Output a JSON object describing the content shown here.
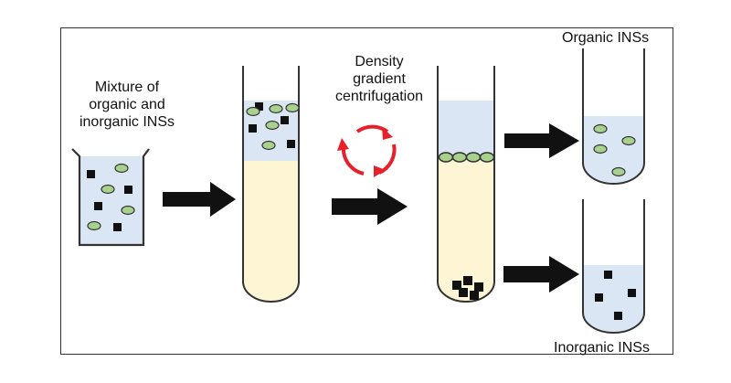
{
  "labels": {
    "mixture_line1": "Mixture of",
    "mixture_line2": "organic and",
    "mixture_line3": "inorganic INSs",
    "step_line1": "Density",
    "step_line2": "gradient",
    "step_line3": "centrifugation",
    "organic_output": "Organic INSs",
    "inorganic_output": "Inorganic INSs"
  },
  "colors": {
    "light_blue": "#dbe6f5",
    "light_yellow": "#fdf5d3",
    "green_particle": "#a9d18e",
    "black_particle": "#111111",
    "centrifuge_arrow": "#e8202a",
    "outline": "#333333"
  }
}
